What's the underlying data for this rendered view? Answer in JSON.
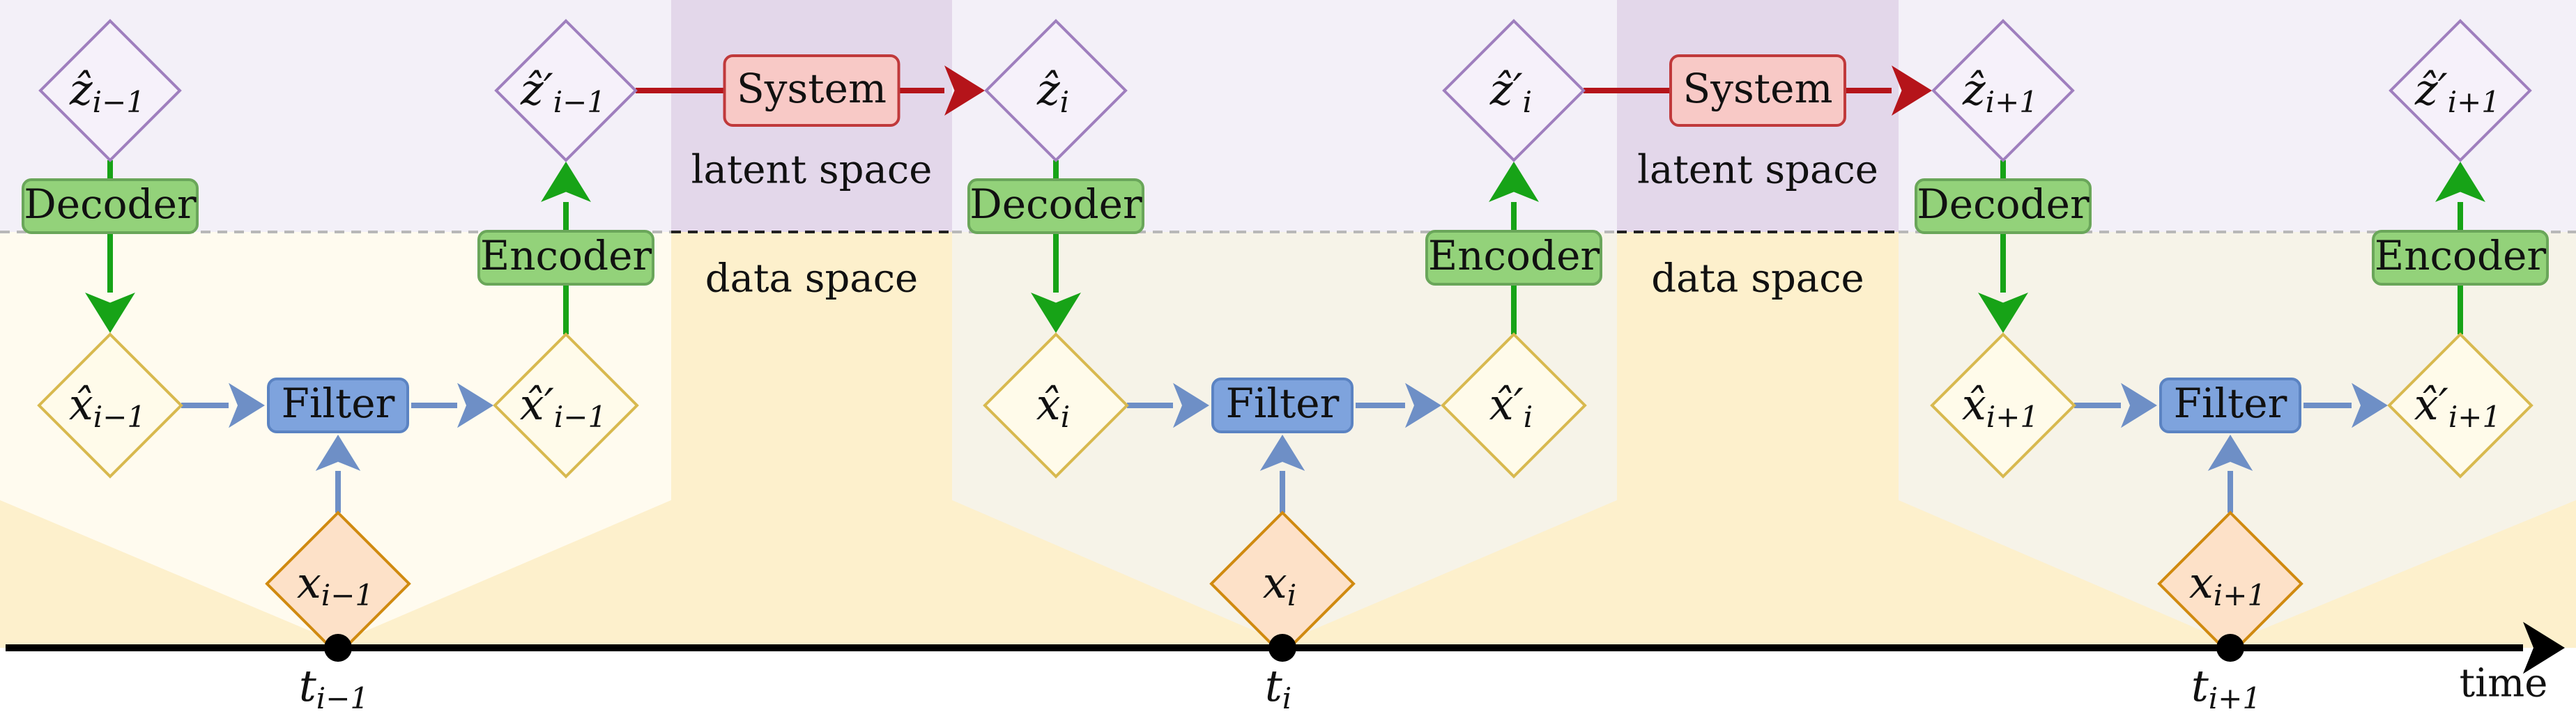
{
  "regions": {
    "latent_label": "latent space",
    "data_label": "data space"
  },
  "blocks": {
    "decoder": "Decoder",
    "encoder": "Encoder",
    "filter": "Filter",
    "system": "System"
  },
  "timeline": {
    "axis_label": "time"
  },
  "steps": [
    {
      "z_hat": "ẑ_{i−1}",
      "z_hat_prime": "ẑ′_{i−1}",
      "x_hat": "x̂_{i−1}",
      "x_hat_prime": "x̂′_{i−1}",
      "x": "x_{i−1}",
      "t": "t_{i−1}",
      "z_base": "ẑ",
      "z_sub": "i−1",
      "zp_base": "ẑ′",
      "zp_sub": "i−1",
      "xh_base": "x̂",
      "xh_sub": "i−1",
      "xhp_base": "x̂′",
      "xhp_sub": "i−1",
      "x_base": "x",
      "x_sub": "i−1",
      "t_base": "t",
      "t_sub": "i−1"
    },
    {
      "z_hat": "ẑ_i",
      "z_hat_prime": "ẑ′_i",
      "x_hat": "x̂_i",
      "x_hat_prime": "x̂′_i",
      "x": "x_i",
      "t": "t_i",
      "z_base": "ẑ",
      "z_sub": "i",
      "zp_base": "ẑ′",
      "zp_sub": "i",
      "xh_base": "x̂",
      "xh_sub": "i",
      "xhp_base": "x̂′",
      "xhp_sub": "i",
      "x_base": "x",
      "x_sub": "i",
      "t_base": "t",
      "t_sub": "i"
    },
    {
      "z_hat": "ẑ_{i+1}",
      "z_hat_prime": "ẑ′_{i+1}",
      "x_hat": "x̂_{i+1}",
      "x_hat_prime": "x̂′_{i+1}",
      "x": "x_{i+1}",
      "t": "t_{i+1}",
      "z_base": "ẑ",
      "z_sub": "i+1",
      "zp_base": "ẑ′",
      "zp_sub": "i+1",
      "xh_base": "x̂",
      "xh_sub": "i+1",
      "xhp_base": "x̂′",
      "xhp_sub": "i+1",
      "x_base": "x",
      "x_sub": "i+1",
      "t_base": "t",
      "t_sub": "i+1"
    }
  ],
  "colors": {
    "latent_bg": "#f3f0f8",
    "latent_band": "#e3d7ea",
    "data_bg": "#fdf9ec",
    "data_band": "#fdf0cc",
    "module_green": "#93d27a",
    "module_green_edge": "#6aa65a",
    "filter_blue": "#7ea3dd",
    "filter_blue_edge": "#5b83c2",
    "system_red": "#f8c9c6",
    "system_red_edge": "#c0393b",
    "red_arrow": "#b5141a",
    "green_arrow": "#17a317",
    "blue_arrow": "#6e8fc6",
    "purple_diamond": "#9f7fbe",
    "yellow_diamond": "#d8b94f",
    "orange_diamond": "#d08a10",
    "orange_fill": "#fde1c8"
  }
}
